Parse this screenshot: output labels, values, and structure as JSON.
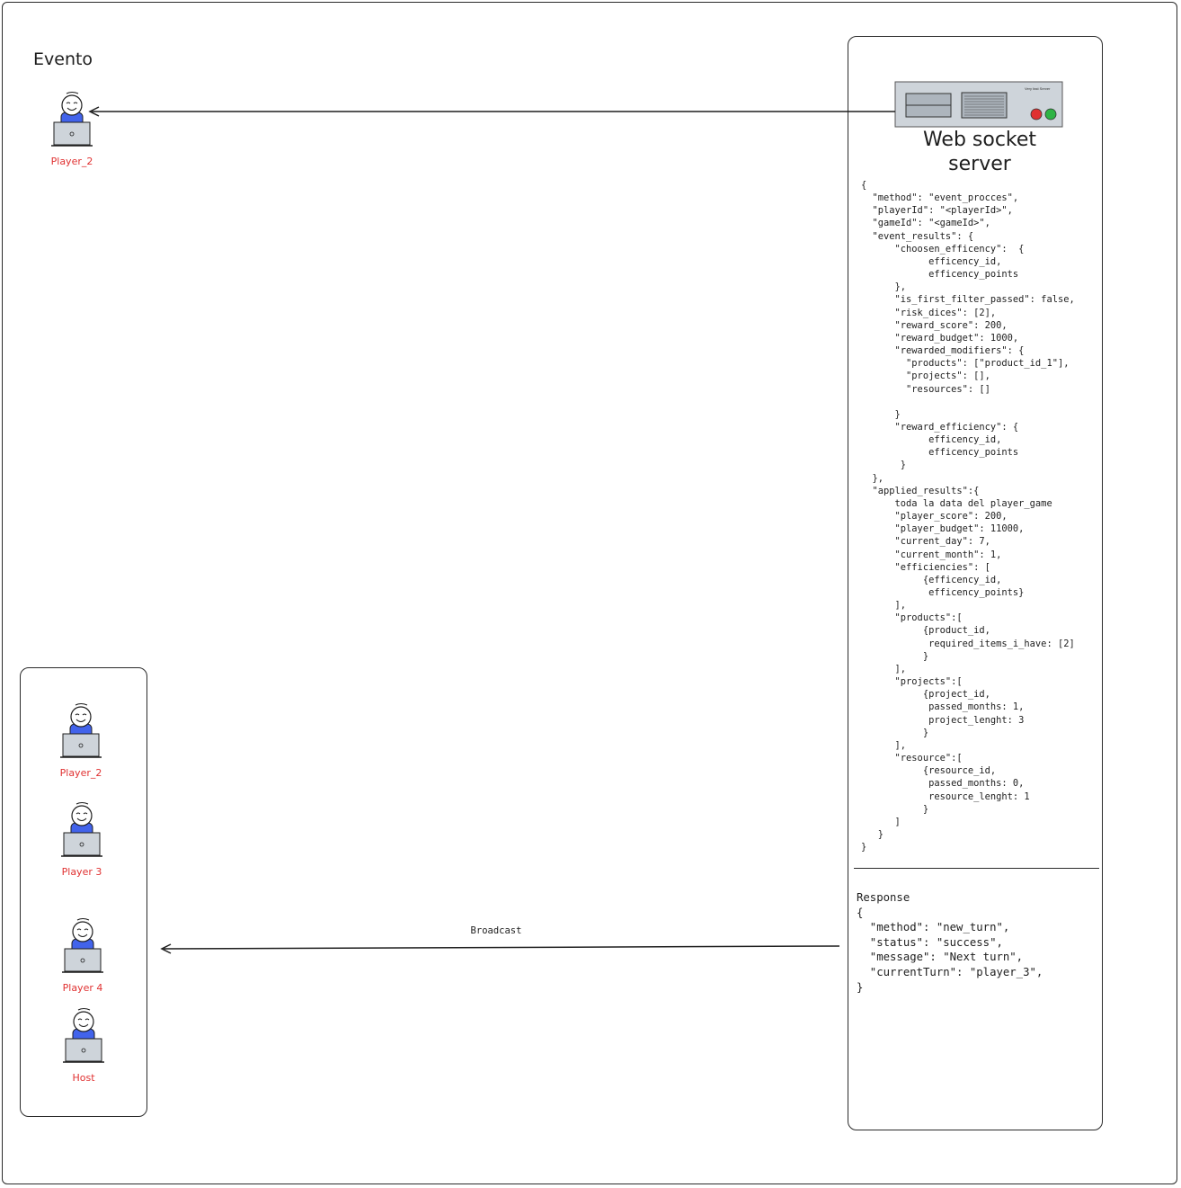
{
  "title": "Evento",
  "server": {
    "badge": "Very fast Server",
    "label": "Web socket\nserver",
    "lights": [
      "#e03131",
      "#2fb344"
    ]
  },
  "top_player": {
    "label": "Player_2"
  },
  "event_payload": "{\n  \"method\": \"event_procces\",\n  \"playerId\": \"<playerId>\",\n  \"gameId\": \"<gameId>\",\n  \"event_results\": {\n      \"choosen_efficency\":  {\n            efficency_id,\n            efficency_points\n      },\n      \"is_first_filter_passed\": false,\n      \"risk_dices\": [2],\n      \"reward_score\": 200,\n      \"reward_budget\": 1000,\n      \"rewarded_modifiers\": {\n        \"products\": [\"product_id_1\"],\n        \"projects\": [],\n        \"resources\": []\n\n      }\n      \"reward_efficiency\": {\n            efficency_id,\n            efficency_points\n       }\n  },\n  \"applied_results\":{\n      toda la data del player_game\n      \"player_score\": 200,\n      \"player_budget\": 11000,\n      \"current_day\": 7,\n      \"current_month\": 1,\n      \"efficiencies\": [\n           {efficency_id,\n            efficency_points}\n      ],\n      \"products\":[\n           {product_id,\n            required_items_i_have: [2]\n           }\n      ],\n      \"projects\":[\n           {project_id,\n            passed_months: 1,\n            project_lenght: 3\n           }\n      ],\n      \"resource\":[\n           {resource_id,\n            passed_months: 0,\n            resource_lenght: 1\n           }\n      ]\n   }\n}",
  "response_block": "Response\n{\n  \"method\": \"new_turn\",\n  \"status\": \"success\",\n  \"message\": \"Next turn\",\n  \"currentTurn\": \"player_3\",\n}",
  "broadcast_label": "Broadcast",
  "group_players": [
    {
      "label": "Player_2"
    },
    {
      "label": "Player 3"
    },
    {
      "label": "Player 4"
    },
    {
      "label": "Host"
    }
  ],
  "colors": {
    "player_label": "#e03131",
    "player_shirt": "#4263eb",
    "laptop": "#ced4da",
    "stroke": "#1e1e1e"
  }
}
